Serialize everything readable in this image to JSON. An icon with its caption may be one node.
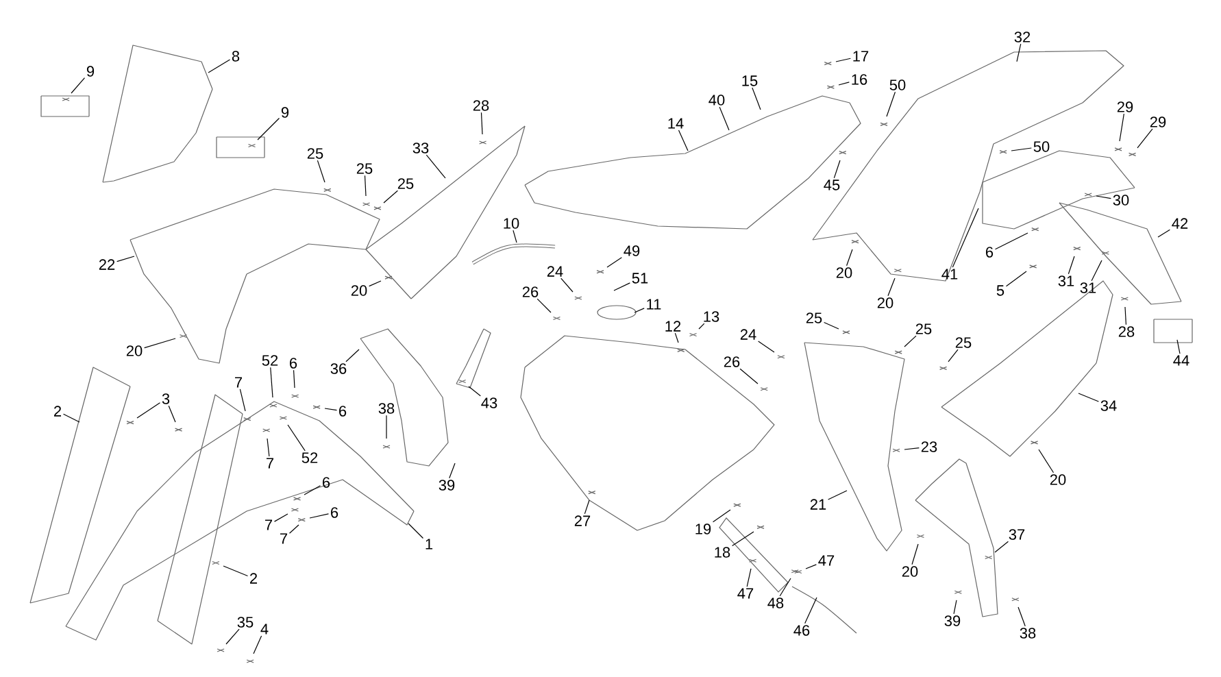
{
  "diagram": {
    "nodes": [
      {
        "text": [
          "9"
        ]
      },
      {
        "text": [
          "8"
        ]
      },
      {
        "text": [
          "9"
        ]
      },
      {
        "text": [
          "28"
        ]
      },
      {
        "text": [
          "25"
        ]
      },
      {
        "text": [
          "25"
        ]
      },
      {
        "text": [
          "25"
        ]
      },
      {
        "text": [
          "33"
        ]
      },
      {
        "text": [
          "10"
        ]
      },
      {
        "text": [
          "22"
        ]
      },
      {
        "text": [
          "20"
        ]
      },
      {
        "text": [
          "24"
        ]
      },
      {
        "text": [
          "26"
        ]
      },
      {
        "text": [
          "20"
        ]
      },
      {
        "text": [
          "17"
        ]
      },
      {
        "text": [
          "16"
        ]
      },
      {
        "text": [
          "15"
        ]
      },
      {
        "text": [
          "40"
        ]
      },
      {
        "text": [
          "14"
        ]
      },
      {
        "text": [
          "45"
        ]
      },
      {
        "text": [
          "32"
        ]
      },
      {
        "text": [
          "50"
        ]
      },
      {
        "text": [
          "50"
        ]
      },
      {
        "text": [
          "29"
        ]
      },
      {
        "text": [
          "29"
        ]
      },
      {
        "text": [
          "30"
        ]
      },
      {
        "text": [
          "42"
        ]
      },
      {
        "text": [
          "41"
        ]
      },
      {
        "text": [
          "6"
        ]
      },
      {
        "text": [
          "5"
        ]
      },
      {
        "text": [
          "31"
        ]
      },
      {
        "text": [
          "31"
        ]
      },
      {
        "text": [
          "20"
        ]
      },
      {
        "text": [
          "20"
        ]
      },
      {
        "text": [
          "49"
        ]
      },
      {
        "text": [
          "51"
        ]
      },
      {
        "text": [
          "11"
        ]
      },
      {
        "text": [
          "12"
        ]
      },
      {
        "text": [
          "13"
        ]
      },
      {
        "text": [
          "24"
        ]
      },
      {
        "text": [
          "26"
        ]
      },
      {
        "text": [
          "25"
        ]
      },
      {
        "text": [
          "25"
        ]
      },
      {
        "text": [
          "25"
        ]
      },
      {
        "text": [
          "28"
        ]
      },
      {
        "text": [
          "44"
        ]
      },
      {
        "text": [
          "2"
        ]
      },
      {
        "text": [
          "3"
        ]
      },
      {
        "text": [
          "7"
        ]
      },
      {
        "text": [
          "52"
        ]
      },
      {
        "text": [
          "6"
        ]
      },
      {
        "text": [
          "6"
        ]
      },
      {
        "text": [
          "52"
        ]
      },
      {
        "text": [
          "7"
        ]
      },
      {
        "text": [
          "6"
        ]
      },
      {
        "text": [
          "6"
        ]
      },
      {
        "text": [
          "7"
        ]
      },
      {
        "text": [
          "7"
        ]
      },
      {
        "text": [
          "1"
        ]
      },
      {
        "text": [
          "2"
        ]
      },
      {
        "text": [
          "35"
        ]
      },
      {
        "text": [
          "4"
        ]
      },
      {
        "text": [
          "36"
        ]
      },
      {
        "text": [
          "43"
        ]
      },
      {
        "text": [
          "38"
        ]
      },
      {
        "text": [
          "39"
        ]
      },
      {
        "text": [
          "27"
        ]
      },
      {
        "text": [
          "34"
        ]
      },
      {
        "text": [
          "23"
        ]
      },
      {
        "text": [
          "20"
        ]
      },
      {
        "text": [
          "21"
        ]
      },
      {
        "text": [
          "20"
        ]
      },
      {
        "text": [
          "37"
        ]
      },
      {
        "text": [
          "39"
        ]
      },
      {
        "text": [
          "38"
        ]
      },
      {
        "text": [
          "19"
        ]
      },
      {
        "text": [
          "18"
        ]
      },
      {
        "text": [
          "47"
        ]
      },
      {
        "text": [
          "47"
        ]
      },
      {
        "text": [
          "48"
        ]
      },
      {
        "text": [
          "46"
        ]
      }
    ],
    "edges": [
      {
        "from": 0,
        "to": null,
        "arrow": "none"
      },
      {
        "from": 1,
        "to": null,
        "arrow": "none"
      },
      {
        "from": 2,
        "to": null,
        "arrow": "none"
      },
      {
        "from": 3,
        "to": null,
        "arrow": "none"
      },
      {
        "from": 4,
        "to": null,
        "arrow": "none"
      },
      {
        "from": 5,
        "to": null,
        "arrow": "none"
      },
      {
        "from": 6,
        "to": null,
        "arrow": "none"
      },
      {
        "from": 7,
        "to": null,
        "arrow": "none"
      },
      {
        "from": 8,
        "to": null,
        "arrow": "none"
      },
      {
        "from": 9,
        "to": null,
        "arrow": "none"
      },
      {
        "from": 10,
        "to": null,
        "arrow": "none"
      },
      {
        "from": 11,
        "to": null,
        "arrow": "none"
      },
      {
        "from": 12,
        "to": null,
        "arrow": "none"
      },
      {
        "from": 13,
        "to": null,
        "arrow": "none"
      },
      {
        "from": 14,
        "to": null,
        "arrow": "none"
      },
      {
        "from": 15,
        "to": null,
        "arrow": "none"
      },
      {
        "from": 16,
        "to": null,
        "arrow": "none"
      },
      {
        "from": 17,
        "to": null,
        "arrow": "none"
      },
      {
        "from": 18,
        "to": null,
        "arrow": "none"
      },
      {
        "from": 19,
        "to": null,
        "arrow": "none"
      },
      {
        "from": 20,
        "to": null,
        "arrow": "none"
      },
      {
        "from": 21,
        "to": null,
        "arrow": "none"
      },
      {
        "from": 22,
        "to": null,
        "arrow": "none"
      },
      {
        "from": 23,
        "to": null,
        "arrow": "none"
      },
      {
        "from": 24,
        "to": null,
        "arrow": "none"
      },
      {
        "from": 25,
        "to": null,
        "arrow": "none"
      },
      {
        "from": 26,
        "to": null,
        "arrow": "none"
      },
      {
        "from": 27,
        "to": null,
        "arrow": "none"
      },
      {
        "from": 28,
        "to": null,
        "arrow": "none"
      },
      {
        "from": 29,
        "to": null,
        "arrow": "none"
      },
      {
        "from": 30,
        "to": null,
        "arrow": "none"
      },
      {
        "from": 31,
        "to": null,
        "arrow": "none"
      },
      {
        "from": 32,
        "to": null,
        "arrow": "none"
      },
      {
        "from": 33,
        "to": null,
        "arrow": "none"
      },
      {
        "from": 34,
        "to": null,
        "arrow": "none"
      },
      {
        "from": 35,
        "to": null,
        "arrow": "none"
      },
      {
        "from": 36,
        "to": null,
        "arrow": "none"
      },
      {
        "from": 37,
        "to": null,
        "arrow": "none"
      },
      {
        "from": 38,
        "to": null,
        "arrow": "none"
      },
      {
        "from": 39,
        "to": null,
        "arrow": "none"
      },
      {
        "from": 40,
        "to": null,
        "arrow": "none"
      },
      {
        "from": 41,
        "to": null,
        "arrow": "none"
      },
      {
        "from": 42,
        "to": null,
        "arrow": "none"
      },
      {
        "from": 43,
        "to": null,
        "arrow": "none"
      },
      {
        "from": 44,
        "to": null,
        "arrow": "none"
      },
      {
        "from": 45,
        "to": null,
        "arrow": "none"
      },
      {
        "from": 46,
        "to": null,
        "arrow": "none"
      },
      {
        "from": 47,
        "to": null,
        "arrow": "none"
      },
      {
        "from": 47,
        "to": null,
        "arrow": "none"
      },
      {
        "from": 48,
        "to": null,
        "arrow": "none"
      },
      {
        "from": 49,
        "to": null,
        "arrow": "none"
      },
      {
        "from": 50,
        "to": null,
        "arrow": "none"
      },
      {
        "from": 51,
        "to": null,
        "arrow": "none"
      },
      {
        "from": 52,
        "to": null,
        "arrow": "none"
      },
      {
        "from": 53,
        "to": null,
        "arrow": "none"
      },
      {
        "from": 54,
        "to": null,
        "arrow": "none"
      },
      {
        "from": 55,
        "to": null,
        "arrow": "none"
      },
      {
        "from": 56,
        "to": null,
        "arrow": "none"
      },
      {
        "from": 57,
        "to": null,
        "arrow": "none"
      },
      {
        "from": 58,
        "to": null,
        "arrow": "none"
      },
      {
        "from": 59,
        "to": null,
        "arrow": "none"
      },
      {
        "from": 60,
        "to": null,
        "arrow": "none"
      },
      {
        "from": 61,
        "to": null,
        "arrow": "none"
      },
      {
        "from": 62,
        "to": null,
        "arrow": "none"
      },
      {
        "from": 63,
        "to": null,
        "arrow": "none"
      },
      {
        "from": 64,
        "to": null,
        "arrow": "none"
      },
      {
        "from": 65,
        "to": null,
        "arrow": "none"
      },
      {
        "from": 66,
        "to": null,
        "arrow": "none"
      },
      {
        "from": 67,
        "to": null,
        "arrow": "none"
      },
      {
        "from": 68,
        "to": null,
        "arrow": "none"
      },
      {
        "from": 69,
        "to": null,
        "arrow": "none"
      },
      {
        "from": 70,
        "to": null,
        "arrow": "none"
      },
      {
        "from": 71,
        "to": null,
        "arrow": "none"
      },
      {
        "from": 72,
        "to": null,
        "arrow": "none"
      },
      {
        "from": 73,
        "to": null,
        "arrow": "none"
      },
      {
        "from": 74,
        "to": null,
        "arrow": "none"
      },
      {
        "from": 75,
        "to": null,
        "arrow": "none"
      },
      {
        "from": 76,
        "to": null,
        "arrow": "none"
      },
      {
        "from": 77,
        "to": null,
        "arrow": "none"
      },
      {
        "from": 78,
        "to": null,
        "arrow": "none"
      },
      {
        "from": 79,
        "to": null,
        "arrow": "none"
      },
      {
        "from": 80,
        "to": null,
        "arrow": "none"
      }
    ]
  }
}
